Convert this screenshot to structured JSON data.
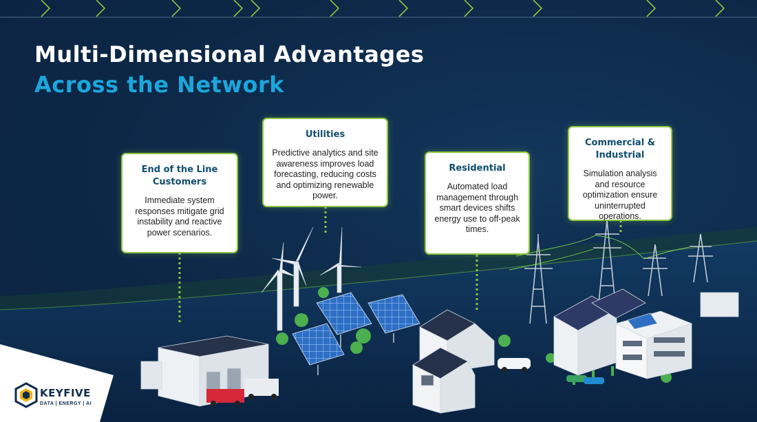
{
  "title": {
    "line1": "Multi-Dimensional Advantages",
    "line2": "Across the Network"
  },
  "cards": [
    {
      "id": "end-of-line",
      "heading": "End of the Line Customers",
      "body": "Immediate system responses mitigate grid instability and reactive power scenarios."
    },
    {
      "id": "utilities",
      "heading": "Utilities",
      "body": "Predictive analytics and site awareness improves load forecasting, reducing costs and optimizing renewable power."
    },
    {
      "id": "residential",
      "heading": "Residential",
      "body": "Automated load management through smart devices shifts energy use to off-peak times."
    },
    {
      "id": "commercial",
      "heading": "Commercial & Industrial",
      "body": "Simulation analysis and resource optimization ensure uninterrupted operations."
    }
  ],
  "logo": {
    "word": "KEYFIVE",
    "tagline": "DATA | ENERGY | AI"
  },
  "colors": {
    "background": "#0d2847",
    "accent_green": "#8cc63f",
    "title_blue": "#1da6db",
    "heading_teal": "#0f4d6e"
  }
}
